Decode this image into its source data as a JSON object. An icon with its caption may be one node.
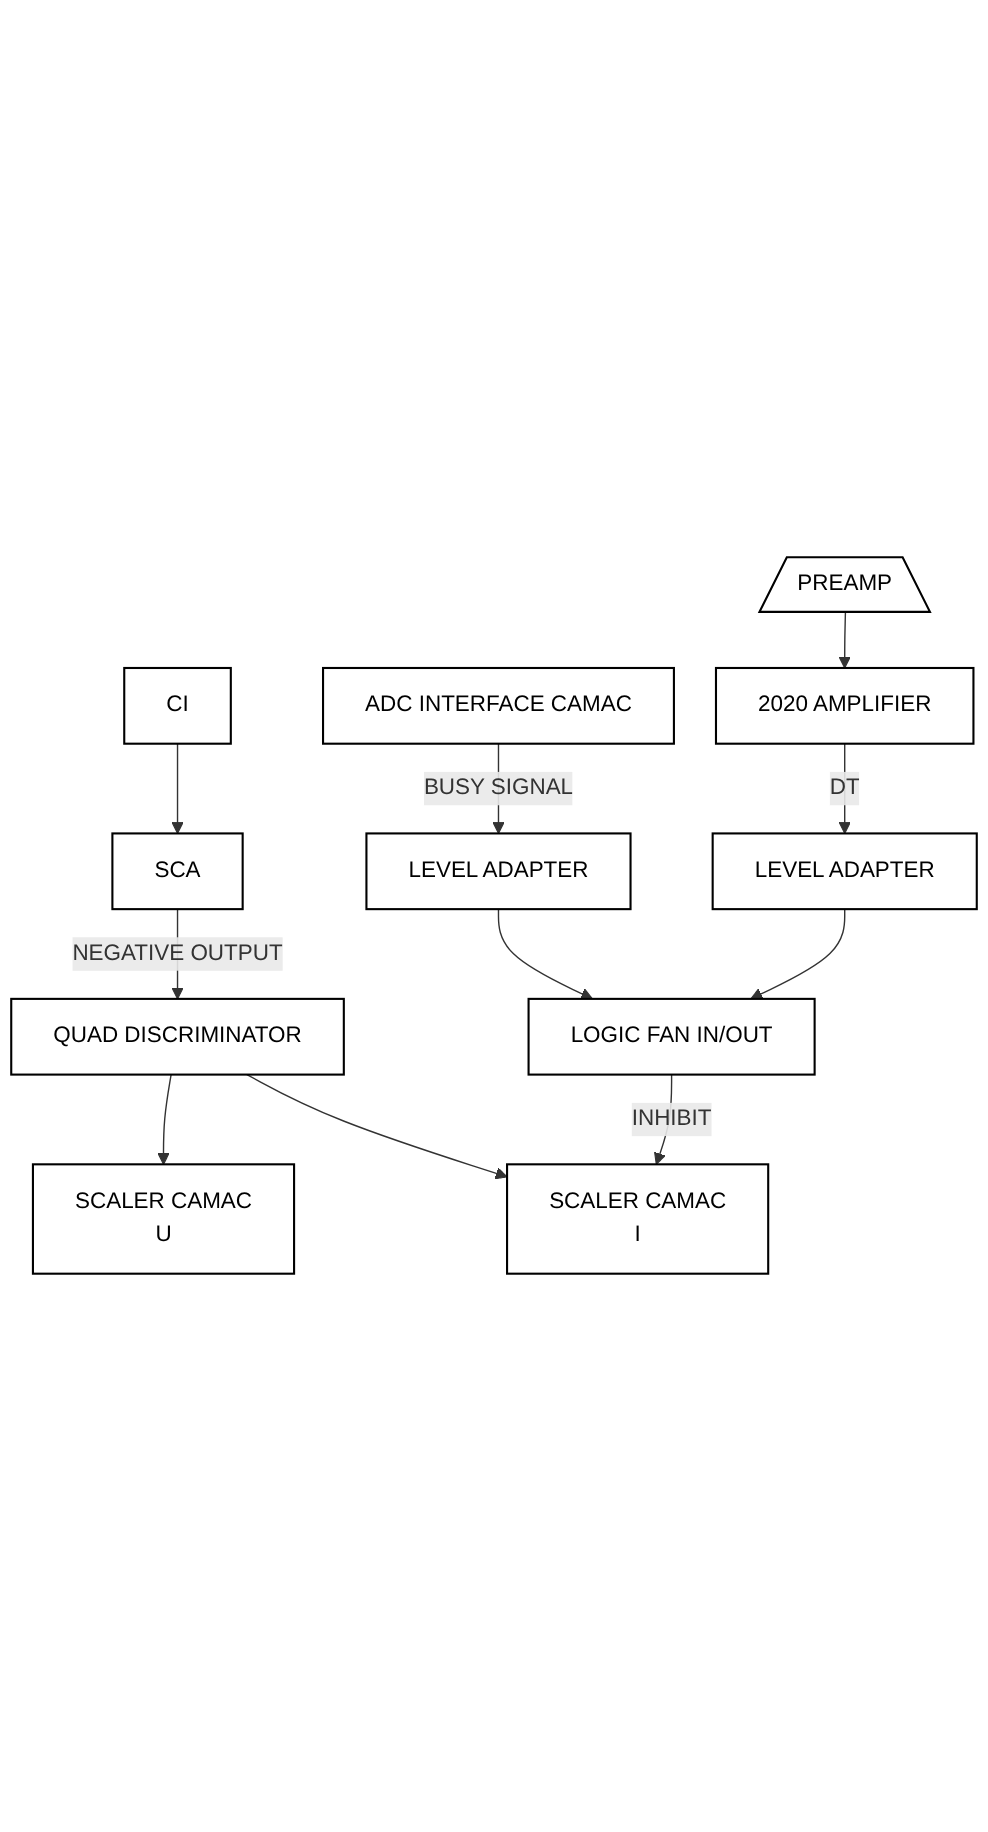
{
  "diagram": {
    "nodes": [
      {
        "text": [
          "CI"
        ]
      },
      {
        "text": [
          "SCA"
        ]
      },
      {
        "text": [
          "SCALER CAMAC",
          "U"
        ]
      },
      {
        "text": [
          "QUAD DISCRIMINATOR"
        ]
      },
      {
        "text": [
          "SCALER CAMAC",
          "I"
        ]
      },
      {
        "text": [
          "LOGIC FAN IN/OUT"
        ]
      },
      {
        "text": [
          "LEVEL ADAPTER"
        ]
      },
      {
        "text": [
          "LEVEL ADAPTER"
        ]
      },
      {
        "text": [
          "ADC INTERFACE CAMAC"
        ]
      },
      {
        "text": [
          "2020 AMPLIFIER"
        ]
      },
      {
        "text": [
          "PREAMP"
        ]
      }
    ],
    "edges": [
      {
        "from": 0,
        "to": 1,
        "arrow": "to"
      },
      {
        "from": 1,
        "to": 3,
        "arrow": "to",
        "label": "NEGATIVE OUTPUT"
      },
      {
        "from": 3,
        "to": 2,
        "arrow": "to"
      },
      {
        "from": 3,
        "to": 4,
        "arrow": "to"
      },
      {
        "from": 5,
        "to": 4,
        "arrow": "to",
        "label": "INHIBIT"
      },
      {
        "from": 6,
        "to": 5,
        "arrow": "to"
      },
      {
        "from": 7,
        "to": 5,
        "arrow": "to"
      },
      {
        "from": 8,
        "to": 6,
        "arrow": "to",
        "label": "BUSY SIGNAL"
      },
      {
        "from": 9,
        "to": 7,
        "arrow": "to",
        "label": "DT"
      },
      {
        "from": 10,
        "to": 9,
        "arrow": "to"
      }
    ]
  }
}
